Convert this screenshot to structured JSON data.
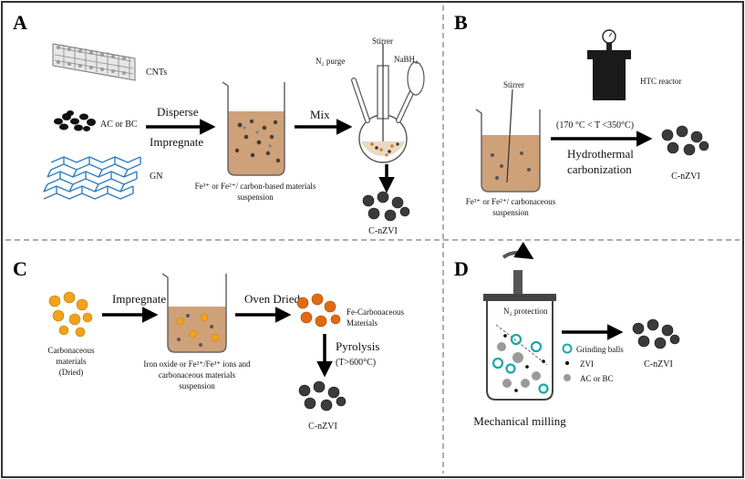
{
  "panels": {
    "A": {
      "letter": "A",
      "cnt_label": "CNTs",
      "ac_label": "AC or BC",
      "gn_label": "GN",
      "step1_top": "Disperse",
      "step1_bottom": "Impregnate",
      "suspension_line1": "Fe³⁺ or Fe²⁺/ carbon-based materials",
      "suspension_line2": "suspension",
      "step2": "Mix",
      "n2": "N₂ purge",
      "stirrer": "Stirrer",
      "nabh4": "NaBH₄",
      "product": "C-nZVI"
    },
    "B": {
      "letter": "B",
      "stirrer": "Stirrer",
      "htc": "HTC reactor",
      "temp": "(170 °C < T <350°C)",
      "step_line1": "Hydrothermal",
      "step_line2": "carbonization",
      "suspension_line1": "Fe³⁺ or Fe²⁺/ carbonaceous",
      "suspension_line2": "suspension",
      "product": "C-nZVI"
    },
    "C": {
      "letter": "C",
      "material_line1": "Carbonaceous",
      "material_line2": "materials",
      "material_line3": "(Dried)",
      "step1": "Impregnate",
      "susp_line1": "Iron oxide or Fe²⁺/Fe³⁺ ions and",
      "susp_line2": "carbonaceous materials",
      "susp_line3": "suspension",
      "step2": "Oven Dried",
      "fe_line1": "Fe-Carbonaceous",
      "fe_line2": "Materials",
      "step3_line1": "Pyrolysis",
      "step3_line2": "(T>600°C)",
      "product": "C-nZVI"
    },
    "D": {
      "letter": "D",
      "n2": "N₂ protection",
      "legend_balls": "Grinding balls",
      "legend_zvi": "ZVI",
      "legend_ac": "AC or BC",
      "process": "Mechanical milling",
      "product": "C-nZVI"
    }
  },
  "colors": {
    "liquid": "#c9976a",
    "carbon_gray": "#555555",
    "gn_blue": "#2f7fc1",
    "orange": "#f0a21a",
    "teal": "#1aa7a7",
    "divider": "#6f7a96"
  }
}
